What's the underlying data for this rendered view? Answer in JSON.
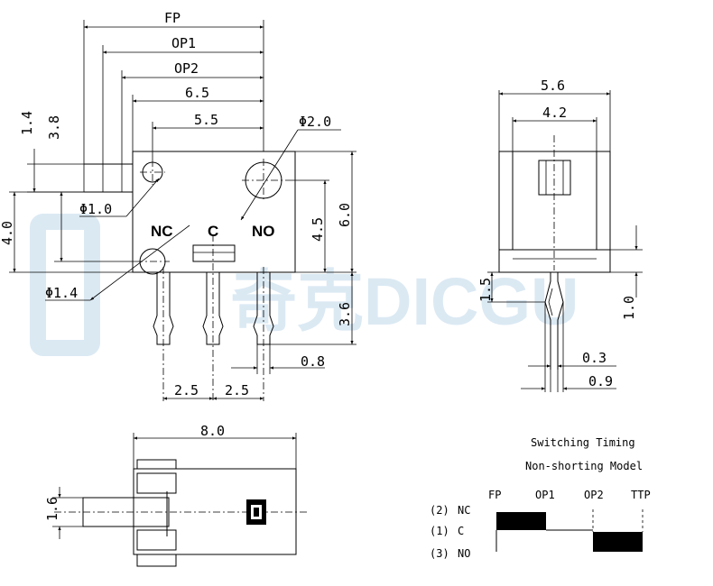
{
  "front_view": {
    "dims": {
      "fp": "FP",
      "op1": "OP1",
      "op2": "OP2",
      "d65": "6.5",
      "d55": "5.5",
      "d14": "1.4",
      "d38": "3.8",
      "d40": "4.0",
      "d45": "4.5",
      "d60": "6.0",
      "d36": "3.6",
      "d08": "0.8",
      "d25a": "2.5",
      "d25b": "2.5"
    },
    "phi_labels": {
      "phi20": "Φ2.0",
      "phi10": "Φ1.0",
      "phi14": "Φ1.4"
    },
    "pins": {
      "nc": "NC",
      "c": "C",
      "no": "NO"
    }
  },
  "side_view": {
    "dims": {
      "d56": "5.6",
      "d42": "4.2",
      "d15": "1.5",
      "d10": "1.0",
      "d03": "0.3",
      "d09": "0.9"
    }
  },
  "bottom_view": {
    "dims": {
      "d80": "8.0",
      "d16": "1.6"
    }
  },
  "watermark": {
    "text": "奇克DICGU"
  },
  "timing": {
    "title": "Switching Timing",
    "subtitle": "Non-shorting Model",
    "columns": [
      "FP",
      "OP1",
      "OP2",
      "TTP"
    ],
    "rows": [
      {
        "num": "(2)",
        "name": "NC"
      },
      {
        "num": "(1)",
        "name": "C"
      },
      {
        "num": "(3)",
        "name": "NO"
      }
    ]
  }
}
